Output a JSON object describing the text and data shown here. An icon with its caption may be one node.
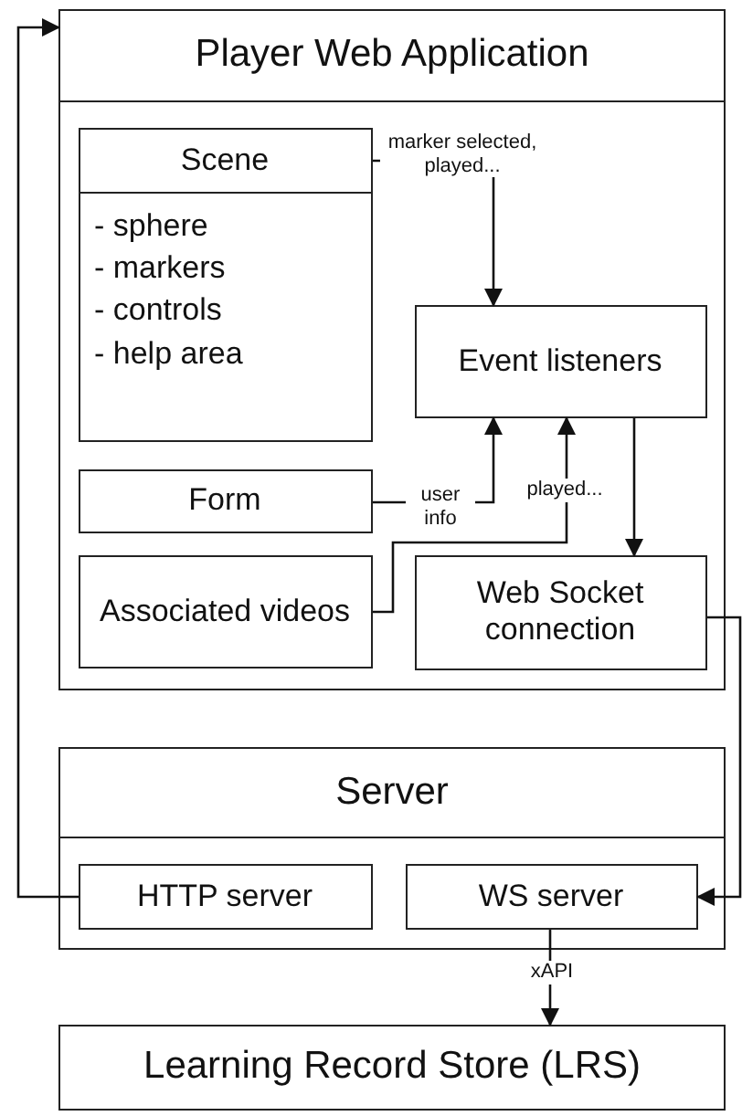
{
  "diagram": {
    "nodes": [
      {
        "text": [
          "Player Web Application"
        ]
      },
      {
        "text": [
          "Scene",
          "- sphere",
          "- markers",
          "- controls",
          "- help area"
        ],
        "in": 0
      },
      {
        "text": [
          "Event listeners"
        ],
        "in": 0
      },
      {
        "text": [
          "Form"
        ],
        "in": 0
      },
      {
        "text": [
          "Associated videos"
        ],
        "in": 0
      },
      {
        "text": [
          "Web Socket connection"
        ],
        "in": 0
      },
      {
        "text": [
          "Server"
        ]
      },
      {
        "text": [
          "HTTP server"
        ],
        "in": 6
      },
      {
        "text": [
          "WS server"
        ],
        "in": 6
      },
      {
        "text": [
          "Learning Record Store (LRS)"
        ]
      }
    ],
    "edges": [
      {
        "from": 1,
        "to": 2,
        "arrow": "to",
        "label": "marker selected, played..."
      },
      {
        "from": 3,
        "to": 2,
        "arrow": "to",
        "label": "user info"
      },
      {
        "from": 4,
        "to": 2,
        "arrow": "to",
        "label": "played..."
      },
      {
        "from": 2,
        "to": 5,
        "arrow": "to"
      },
      {
        "from": 5,
        "to": 8,
        "arrow": "to"
      },
      {
        "from": 7,
        "to": 0,
        "arrow": "to"
      },
      {
        "from": 8,
        "to": 9,
        "arrow": "to",
        "label": "xAPI"
      }
    ]
  }
}
